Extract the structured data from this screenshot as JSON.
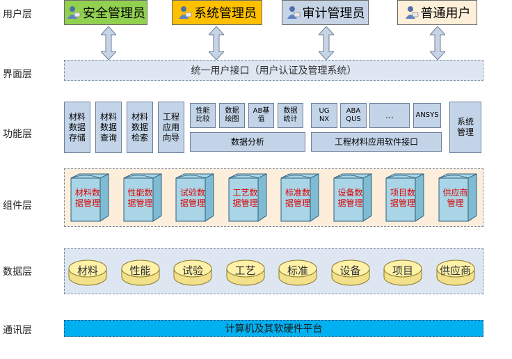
{
  "layers": {
    "user": "用户层",
    "interface": "界面层",
    "function": "功能层",
    "component": "组件层",
    "data": "数据层",
    "comm": "通讯层"
  },
  "users": [
    {
      "label": "安全管理员",
      "color": "#92d050"
    },
    {
      "label": "系统管理员",
      "color": "#ffc000"
    },
    {
      "label": "审计管理员",
      "color": "#c6d4e6"
    },
    {
      "label": "普通用户",
      "color": "#fdefd8"
    }
  ],
  "interface_text": "统一用户接口（用户认证及管理系统）",
  "functions": {
    "storage": [
      "材料",
      "数据",
      "存储"
    ],
    "query": [
      "材料",
      "数据",
      "查询"
    ],
    "search": [
      "材料",
      "数据",
      "检索"
    ],
    "guide": [
      "工程",
      "应用",
      "向导"
    ],
    "compare": [
      "性能",
      "比较"
    ],
    "plot": [
      "数据",
      "绘图"
    ],
    "ab": [
      "AB基",
      "值"
    ],
    "stats": [
      "数据",
      "统计"
    ],
    "analysis": "数据分析",
    "ugnx": [
      "UG",
      "NX"
    ],
    "abaqus": [
      "ABA",
      "QUS"
    ],
    "ellipsis": "…",
    "ansys": "ANSYS",
    "software_interface": "工程材料应用软件接口",
    "sysmgmt": [
      "系统",
      "管理"
    ]
  },
  "components": [
    [
      "材料数",
      "据管理"
    ],
    [
      "性能数",
      "据管理"
    ],
    [
      "试验数",
      "据管理"
    ],
    [
      "工艺数",
      "据管理"
    ],
    [
      "标准数",
      "据管理"
    ],
    [
      "设备数",
      "据管理"
    ],
    [
      "项目数",
      "据管理"
    ],
    [
      "供应商",
      "管理"
    ]
  ],
  "data_items": [
    "材料",
    "性能",
    "试验",
    "工艺",
    "标准",
    "设备",
    "项目",
    "供应商"
  ],
  "comm_text": "计算机及其软硬件平台",
  "colors": {
    "box_fill": "#c3d4e8",
    "band_fill": "#dde6f1",
    "component_band": "#fdeedc",
    "disk_fill": "#fff2a8",
    "comm_fill": "#00b0f0"
  }
}
